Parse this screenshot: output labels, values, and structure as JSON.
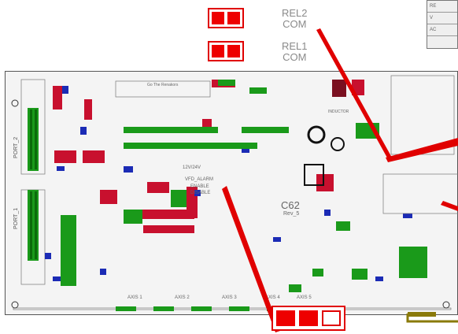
{
  "relays": [
    {
      "line1": "REL2",
      "line2": "COM"
    },
    {
      "line1": "REL1",
      "line2": "COM"
    }
  ],
  "board": {
    "name": "C62",
    "revision": "Rev_5",
    "ports": [
      "PORT_2",
      "PORT_1"
    ],
    "axis_labels": [
      "AXIS 1",
      "AXIS 2",
      "AXIS 3",
      "AXIS 4",
      "AXIS 5"
    ],
    "vfd_alarm": "VFD_ALARM",
    "enable": "ENABLE",
    "disable": "DISABLE",
    "inductor": "INDUCTOR",
    "voltage": "12V/24V",
    "header_title": "Go The Renakors"
  },
  "corner_box_rows": [
    "RE",
    "V",
    "AC"
  ],
  "colors": {
    "jumper_red": "#ee0000",
    "pcb_red": "#c8102e",
    "pcb_green": "#1a9a1a",
    "pcb_blue": "#1b2bb5",
    "wire_olive": "#8a7a0a"
  }
}
